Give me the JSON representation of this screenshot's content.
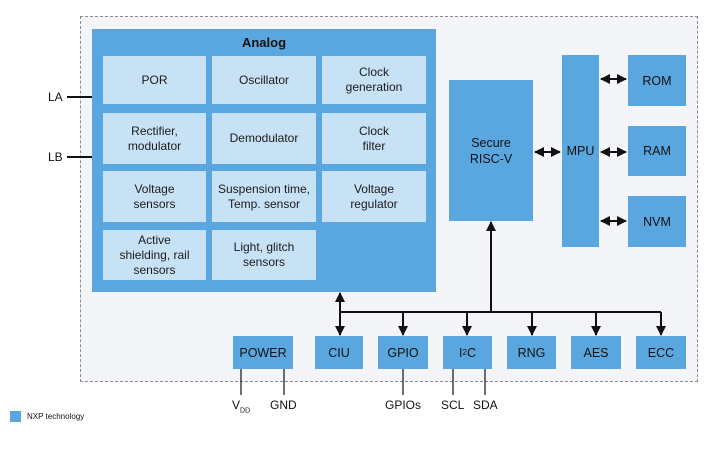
{
  "analog": {
    "title": "Analog",
    "cells": [
      "POR",
      "Oscillator",
      "Clock\ngeneration",
      "Rectifier,\nmodulator",
      "Demodulator",
      "Clock\nfilter",
      "Voltage\nsensors",
      "Suspension time,\nTemp. sensor",
      "Voltage\nregulator",
      "Active\nshielding, rail\nsensors",
      "Light, glitch\nsensors"
    ]
  },
  "blocks": {
    "secure_riscv": "Secure\nRISC-V",
    "mpu": "MPU",
    "rom": "ROM",
    "ram": "RAM",
    "nvm": "NVM",
    "power": "POWER",
    "ciu": "CIU",
    "gpio": "GPIO",
    "i2c_main": "I",
    "i2c_sup": "2",
    "i2c_tail": "C",
    "rng": "RNG",
    "aes": "AES",
    "ecc": "ECC"
  },
  "pins": {
    "la": "LA",
    "lb": "LB",
    "vdd_main": "V",
    "vdd_sub": "DD",
    "gnd": "GND",
    "gpios": "GPIOs",
    "scl": "SCL",
    "sda": "SDA"
  },
  "legend": {
    "label": "NXP technology"
  },
  "colors": {
    "block": "#5aa7e0",
    "cell": "#c8e2f5",
    "frame_bg": "#f4f5f8",
    "wire": "#111111"
  }
}
